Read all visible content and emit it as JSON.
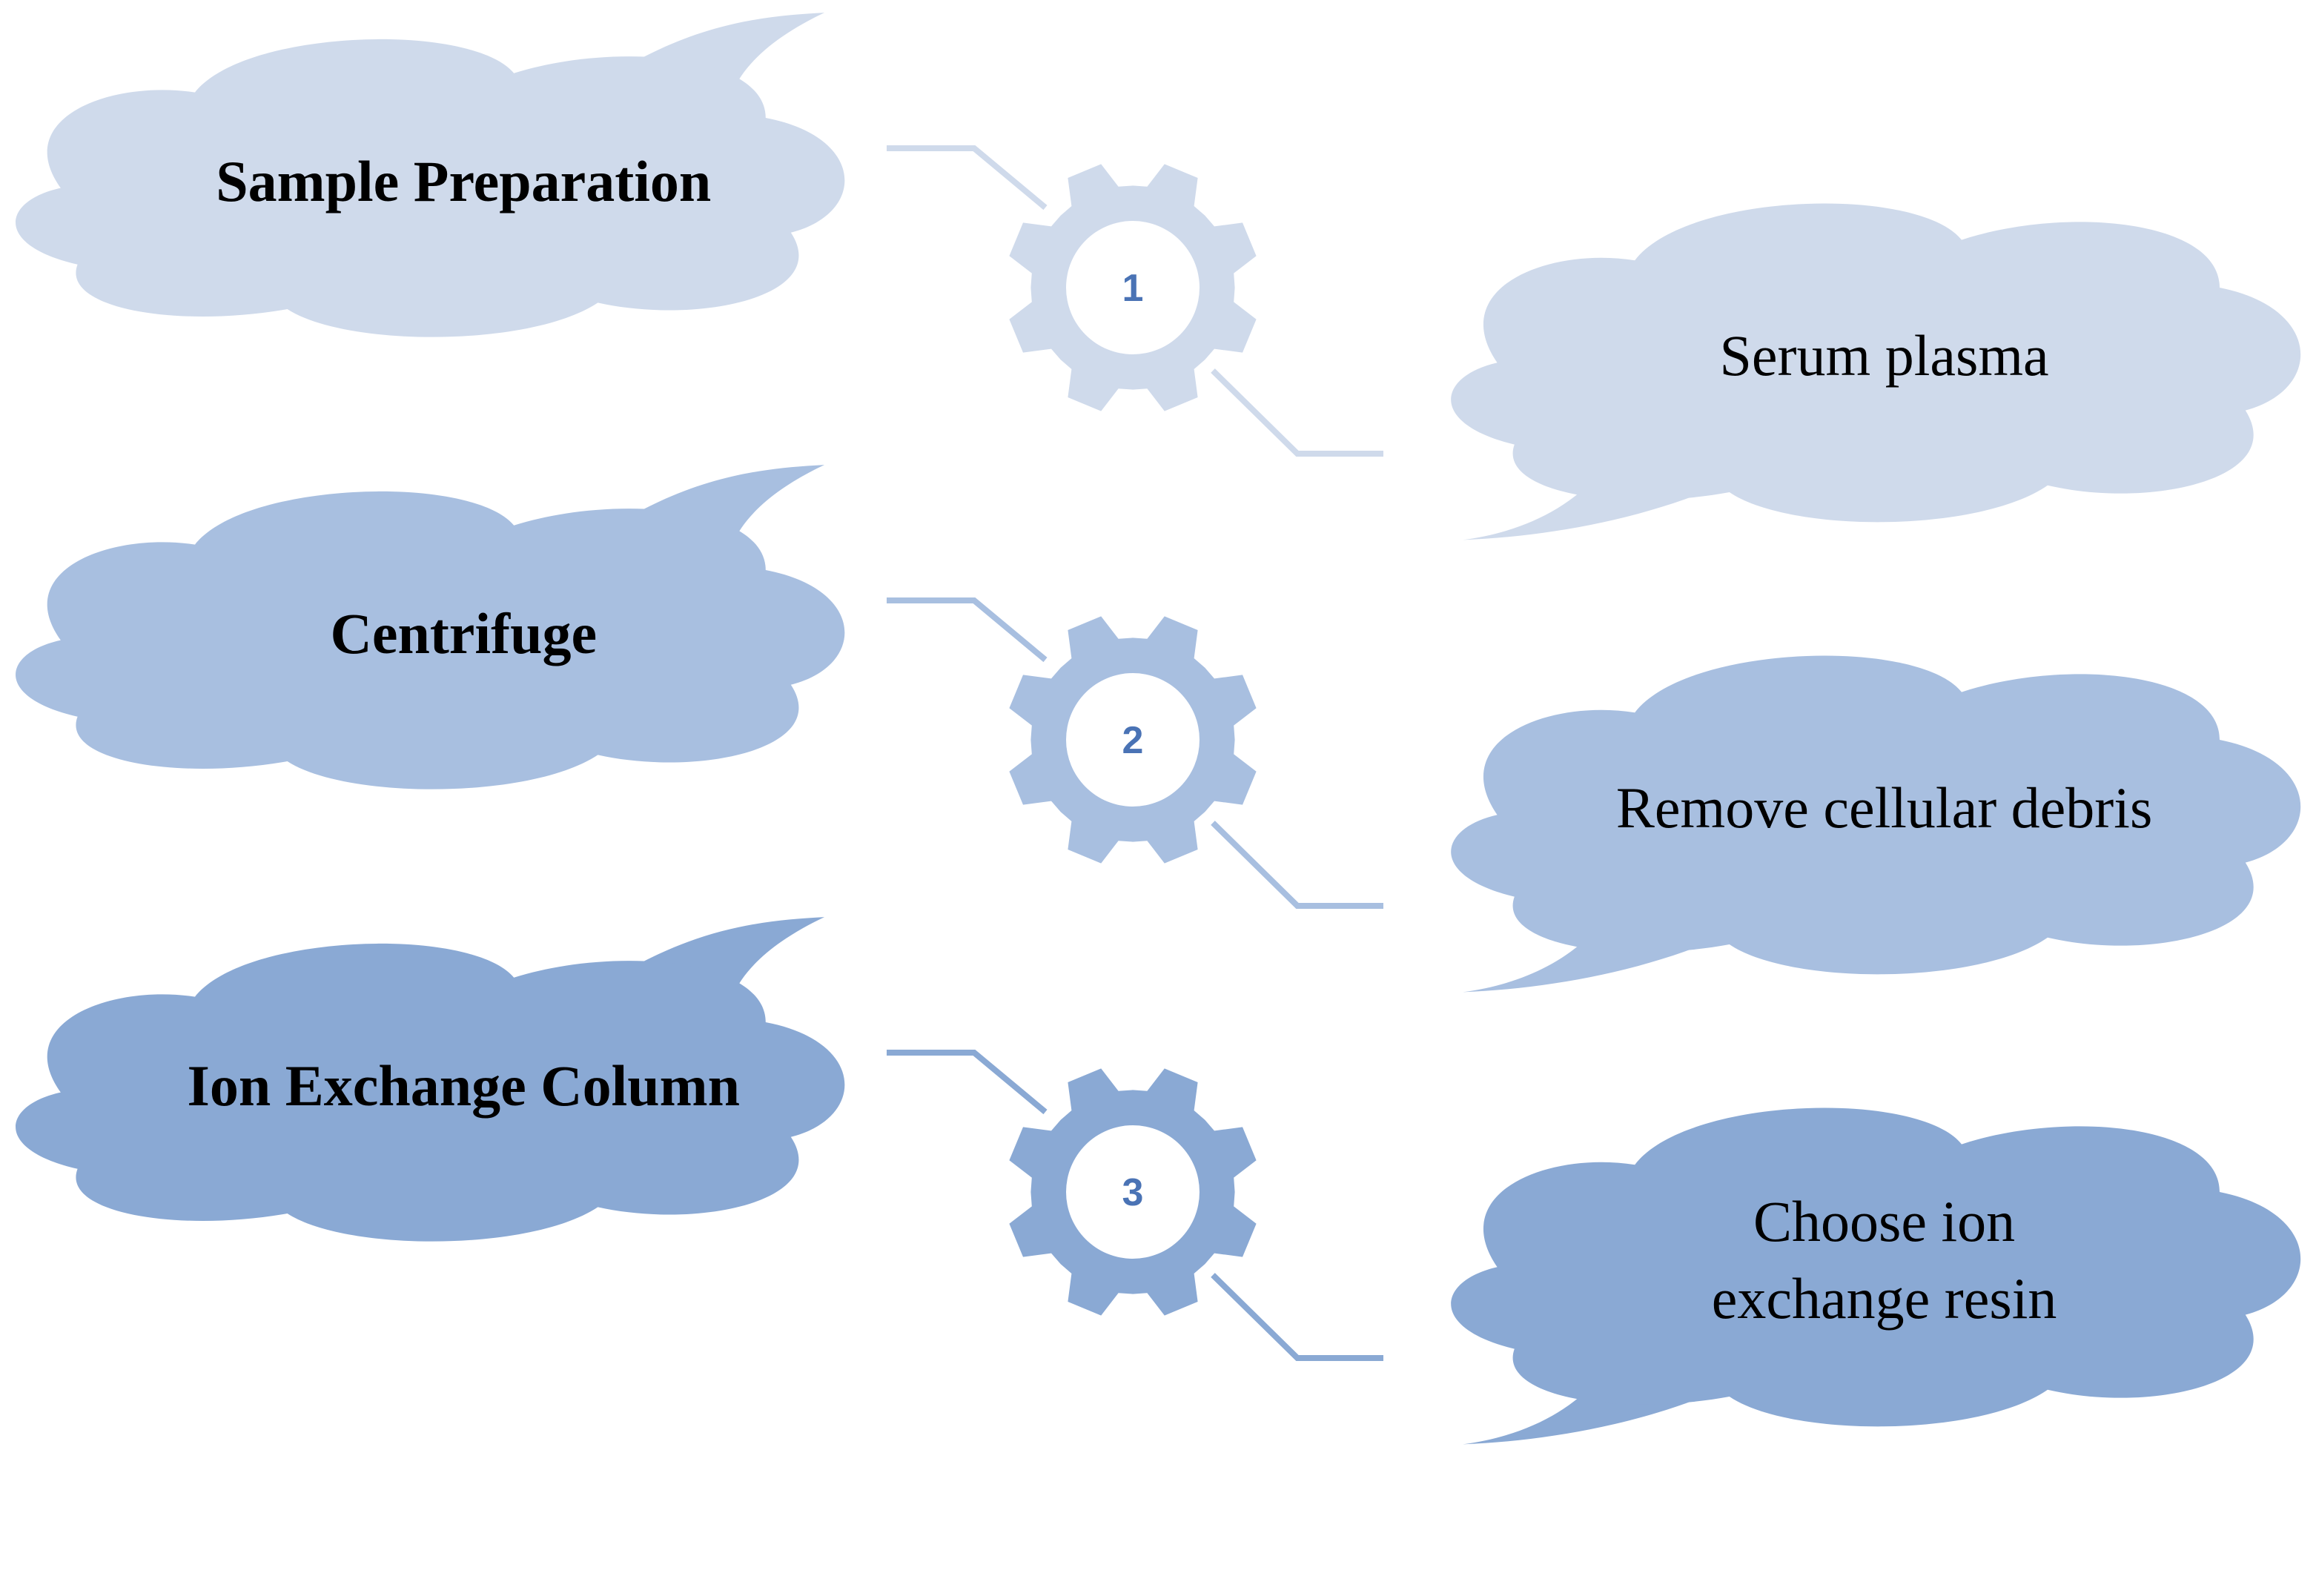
{
  "steps": [
    {
      "number": "1",
      "left_label": "Sample Preparation",
      "right_label_lines": [
        "Serum plasma"
      ],
      "fill": "#cfdaeb",
      "accent": "#4a73b5"
    },
    {
      "number": "2",
      "left_label": "Centrifuge",
      "right_label_lines": [
        "Remove cellular debris"
      ],
      "fill": "#a8bfe0",
      "accent": "#4a73b5"
    },
    {
      "number": "3",
      "left_label": "Ion Exchange Column",
      "right_label_lines": [
        "Choose ion",
        "exchange resin"
      ],
      "fill": "#8aa9d4",
      "accent": "#4a73b5"
    }
  ]
}
